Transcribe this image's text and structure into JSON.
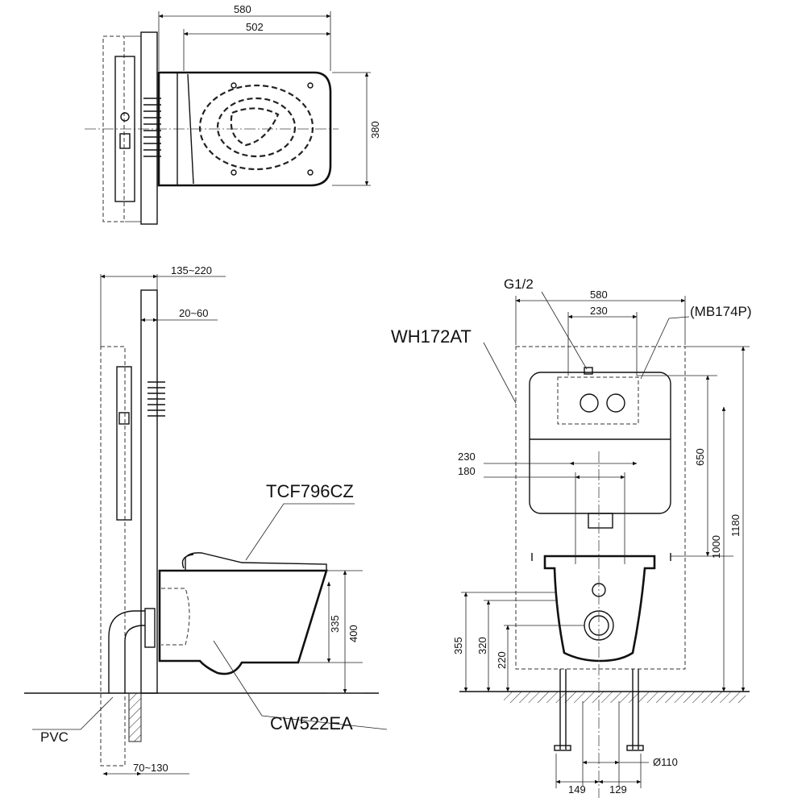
{
  "top_view": {
    "dim_overall_width": "580",
    "dim_bowl_length": "502",
    "dim_bowl_width": "380"
  },
  "side_view": {
    "dim_frame_depth": "135~220",
    "dim_wall_offset": "20~60",
    "dim_seat_height": "400",
    "dim_bowl_height": "335",
    "dim_base_offset": "70~130",
    "label_seat": "TCF796CZ",
    "label_bowl": "CW522EA",
    "label_pipe": "PVC"
  },
  "front_view": {
    "label_supply": "G1/2",
    "label_frame": "WH172AT",
    "label_plate": "(MB174P)",
    "dim_frame_width": "580",
    "dim_plate_width": "230",
    "dim_bolt_outer": "230",
    "dim_bolt_inner": "180",
    "dim_height_650": "650",
    "dim_height_1000": "1000",
    "dim_height_1180": "1180",
    "dim_height_355": "355",
    "dim_height_320": "320",
    "dim_height_220": "220",
    "dim_outlet_diameter": "Ø110",
    "dim_left_149": "149",
    "dim_right_129": "129"
  }
}
